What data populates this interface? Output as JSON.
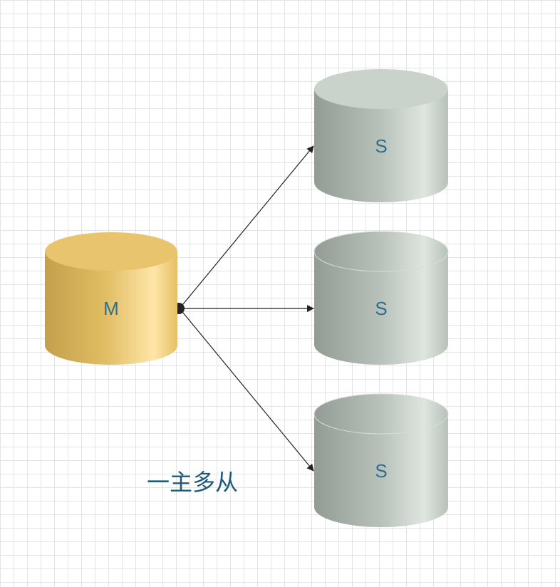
{
  "colors": {
    "label": "#2f6d8e",
    "caption": "#1d5a7a",
    "master_body_dark": "#c09a45",
    "master_body_light": "#ffe6a8",
    "master_top": "#e8c46d",
    "slave_body_dark": "#8e9890",
    "slave_body_light": "#dfe6e0",
    "slave_top": "#c9d2cb",
    "connector": "#222222"
  },
  "nodes": {
    "master": {
      "label": "M",
      "role": "master"
    },
    "slave_1": {
      "label": "S",
      "role": "slave"
    },
    "slave_2": {
      "label": "S",
      "role": "slave"
    },
    "slave_3": {
      "label": "S",
      "role": "slave"
    }
  },
  "edges": [
    {
      "from": "master",
      "to": "slave_1"
    },
    {
      "from": "master",
      "to": "slave_2"
    },
    {
      "from": "master",
      "to": "slave_3"
    }
  ],
  "caption": "一主多从"
}
